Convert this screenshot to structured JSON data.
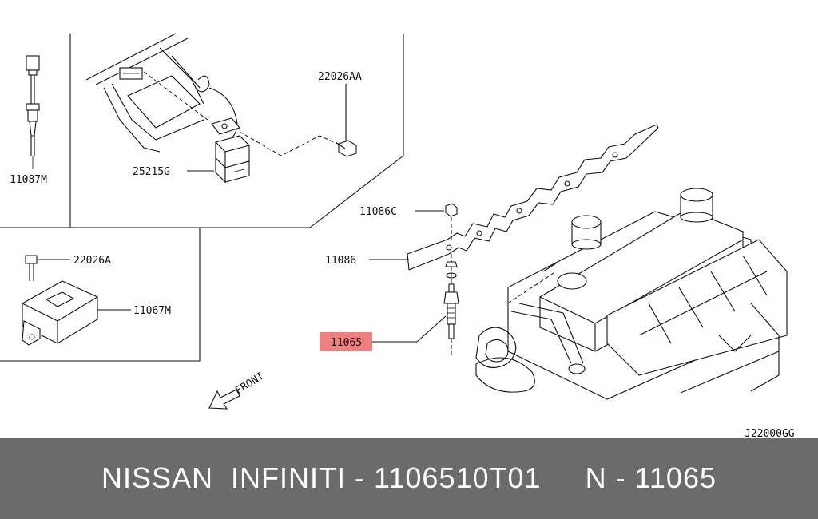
{
  "diagram": {
    "labels": {
      "p11087M": "11087M",
      "p22026AA": "22026AA",
      "p25215G": "25215G",
      "p11086C": "11086C",
      "p11086": "11086",
      "p22026A": "22026A",
      "p11067M": "11067M",
      "p11065": "11065",
      "front": "FRONT",
      "code": "J22000GG"
    },
    "highlight_color": "#f08080"
  },
  "footer": {
    "brand": "NISSAN  INFINITI",
    "sep1": " - ",
    "part_number": "1106510T01",
    "gap": "     ",
    "ref_prefix": "N - ",
    "ref_number": "11065"
  }
}
